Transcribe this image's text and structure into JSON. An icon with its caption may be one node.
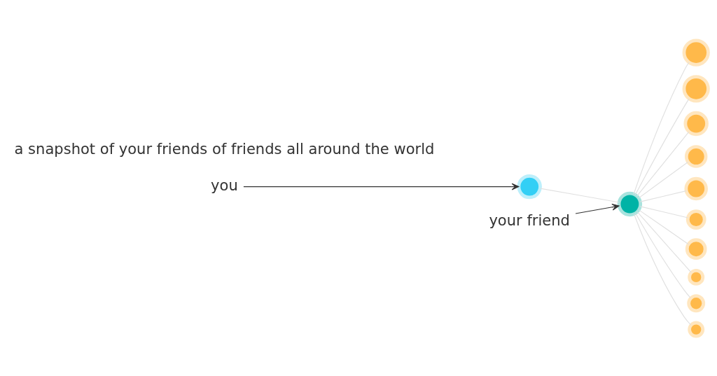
{
  "diagram": {
    "nodes": [
      {
        "text": [
          "you"
        ]
      },
      {
        "text": [
          "your friend"
        ]
      },
      {
        "text": [],
        "shape": "circle"
      },
      {
        "text": [],
        "shape": "circle"
      },
      {
        "text": [],
        "shape": "circle"
      },
      {
        "text": [],
        "shape": "circle"
      },
      {
        "text": [],
        "shape": "circle"
      },
      {
        "text": [],
        "shape": "circle"
      },
      {
        "text": [],
        "shape": "circle"
      },
      {
        "text": [],
        "shape": "circle"
      },
      {
        "text": [],
        "shape": "circle"
      },
      {
        "text": [],
        "shape": "circle"
      },
      {
        "text": [],
        "shape": "circle"
      },
      {
        "text": [],
        "shape": "circle"
      }
    ],
    "edges": [
      {
        "from": 0,
        "to": 2,
        "arrow": "to",
        "color": "#333333"
      },
      {
        "from": 1,
        "to": 3,
        "arrow": "to",
        "color": "#333333"
      },
      {
        "from": 2,
        "to": 3,
        "arrow": "none"
      },
      {
        "from": 3,
        "to": 4,
        "arrow": "none"
      },
      {
        "from": 3,
        "to": 5,
        "arrow": "none"
      },
      {
        "from": 3,
        "to": 6,
        "arrow": "none"
      },
      {
        "from": 3,
        "to": 7,
        "arrow": "none"
      },
      {
        "from": 3,
        "to": 8,
        "arrow": "none"
      },
      {
        "from": 3,
        "to": 9,
        "arrow": "none"
      },
      {
        "from": 3,
        "to": 10,
        "arrow": "none"
      },
      {
        "from": 3,
        "to": 11,
        "arrow": "none"
      },
      {
        "from": 3,
        "to": 12,
        "arrow": "none"
      },
      {
        "from": 3,
        "to": 13,
        "arrow": "none"
      }
    ],
    "labels": [
      "a snapshot of your friends of friends all around the world"
    ]
  }
}
